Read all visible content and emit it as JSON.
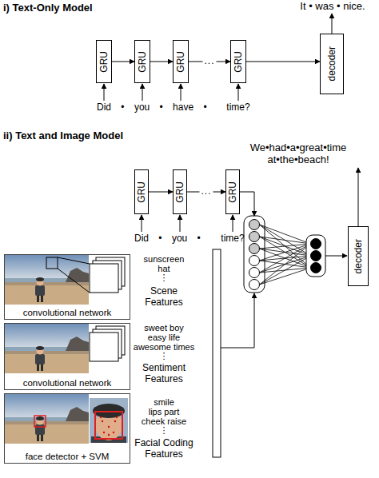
{
  "diagram": {
    "nodes": [
      {
        "text": [
          "GRU"
        ]
      },
      {
        "text": [
          "GRU"
        ]
      },
      {
        "text": [
          "GRU"
        ]
      },
      {
        "text": [
          "GRU"
        ]
      },
      {
        "text": [
          "decoder"
        ]
      },
      {
        "text": [
          "GRU"
        ]
      },
      {
        "text": [
          "GRU"
        ]
      },
      {
        "text": [
          "GRU"
        ]
      },
      {
        "text": [
          "decoder"
        ]
      },
      {
        "text": [
          "convolutional network"
        ]
      },
      {
        "text": [
          "convolutional network"
        ]
      },
      {
        "text": [
          "face detector + SVM"
        ]
      }
    ],
    "edges": [
      {
        "from": 0,
        "to": 1,
        "arrow": "to"
      },
      {
        "from": 1,
        "to": 2,
        "arrow": "to"
      },
      {
        "from": 2,
        "to": 3,
        "arrow": "to",
        "label": "..."
      },
      {
        "from": 3,
        "to": 4,
        "arrow": "to"
      },
      {
        "from": 5,
        "to": 6,
        "arrow": "to"
      },
      {
        "from": 6,
        "to": 7,
        "arrow": "to",
        "label": "..."
      }
    ],
    "labels": [
      "i) Text-Only Model",
      "It • was • nice.",
      "Did • you • have •",
      "time?",
      "ii) Text and Image Model",
      "We•had•a•great•time at•the•beach!",
      "Did • you •",
      "time?",
      "sunscreen",
      "hat",
      "⋮",
      "Scene Features",
      "sweet boy",
      "easy life",
      "awesome times",
      "⋮",
      "Sentiment Features",
      "smile",
      "lips part",
      "cheek raise",
      "⋮",
      "Facial Coding Features"
    ]
  }
}
